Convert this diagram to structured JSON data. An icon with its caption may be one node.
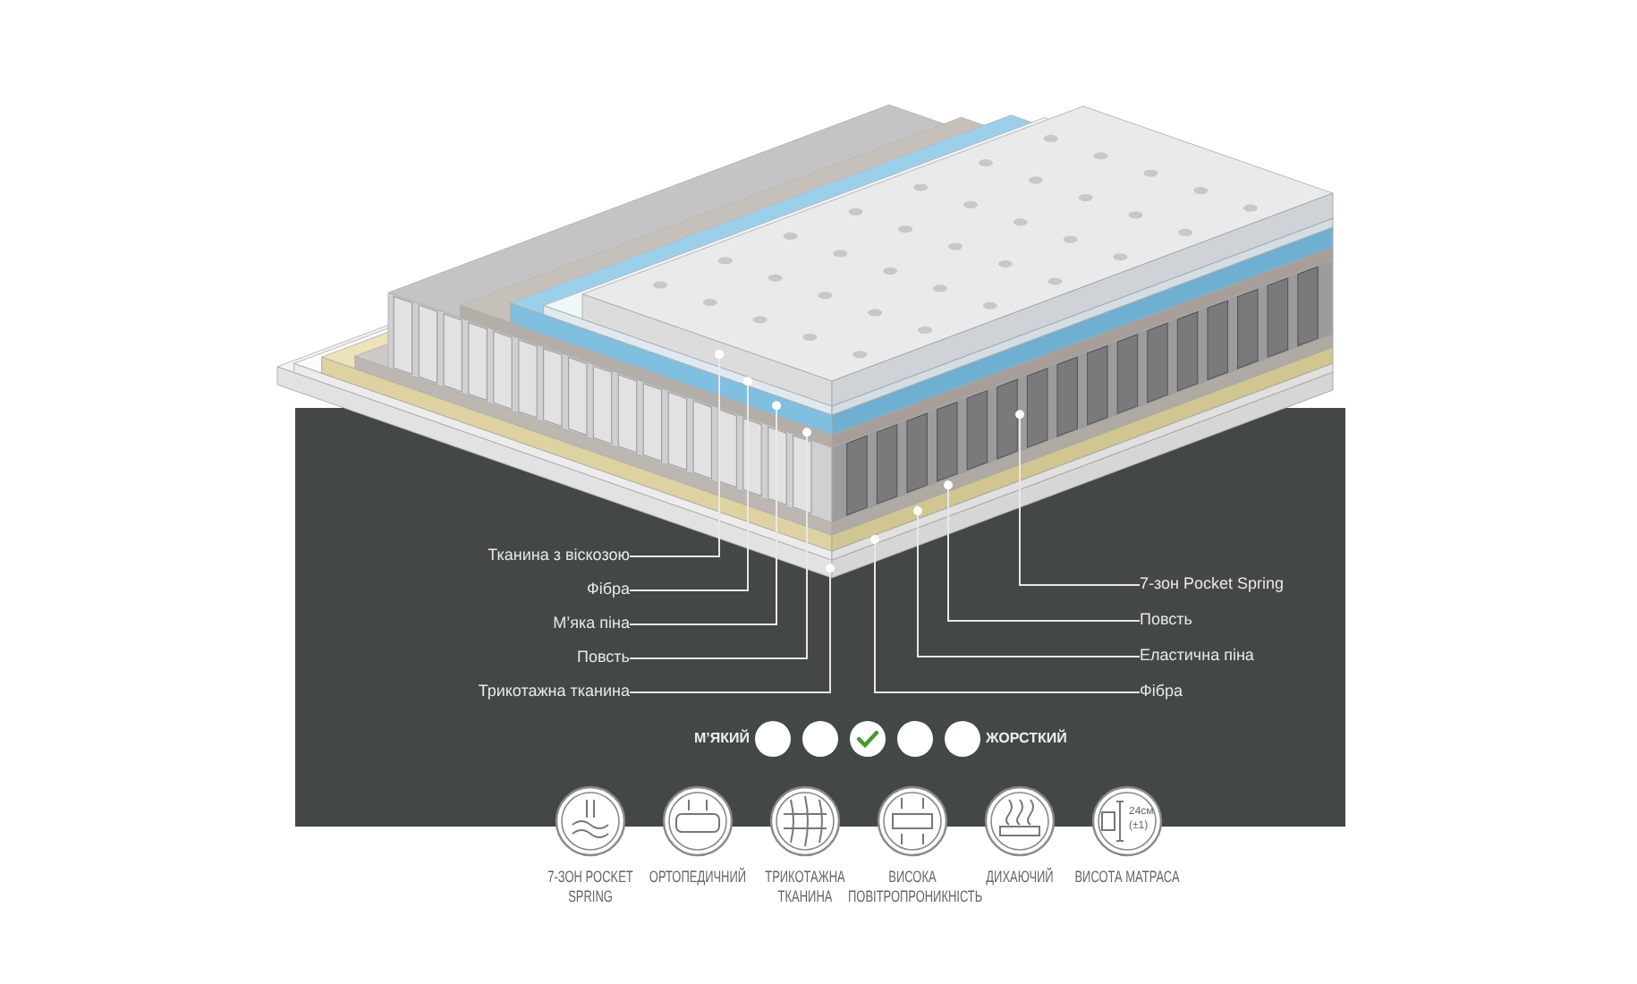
{
  "diagram": {
    "nodes": [
      {
        "text": [
          "Тканина з віскозою"
        ]
      },
      {
        "text": [
          "Фібра"
        ]
      },
      {
        "text": [
          "М’яка піна"
        ]
      },
      {
        "text": [
          "Повсть"
        ]
      },
      {
        "text": [
          "Трикотажна тканина"
        ]
      },
      {
        "text": [
          "7-зон Pocket Spring"
        ]
      },
      {
        "text": [
          "Повсть"
        ]
      },
      {
        "text": [
          "Еластична піна"
        ]
      },
      {
        "text": [
          "Фібра"
        ]
      }
    ],
    "edges": [
      {
        "from": 0,
        "to": null,
        "arrow": "none"
      },
      {
        "from": 1,
        "to": null,
        "arrow": "none"
      },
      {
        "from": 2,
        "to": null,
        "arrow": "none"
      },
      {
        "from": 3,
        "to": null,
        "arrow": "none"
      },
      {
        "from": 4,
        "to": null,
        "arrow": "none"
      },
      {
        "from": 5,
        "to": null,
        "arrow": "none"
      },
      {
        "from": 6,
        "to": null,
        "arrow": "none"
      },
      {
        "from": 7,
        "to": null,
        "arrow": "none"
      },
      {
        "from": 8,
        "to": null,
        "arrow": "none"
      }
    ],
    "labels": [
      "М’ЯКИЙ",
      "ЖОРСТКИЙ",
      "24см",
      "(±1)",
      "7-ЗОН POCKET SPRING",
      "ОРТОПЕДИЧНИЙ",
      "ТРИКОТАЖНА ТКАНИНА",
      "ВИСОКА ПОВІТРОПРОНИКНІСТЬ",
      "ДИХАЮЧИЙ",
      "ВИСОТА МАТРАСА"
    ]
  }
}
